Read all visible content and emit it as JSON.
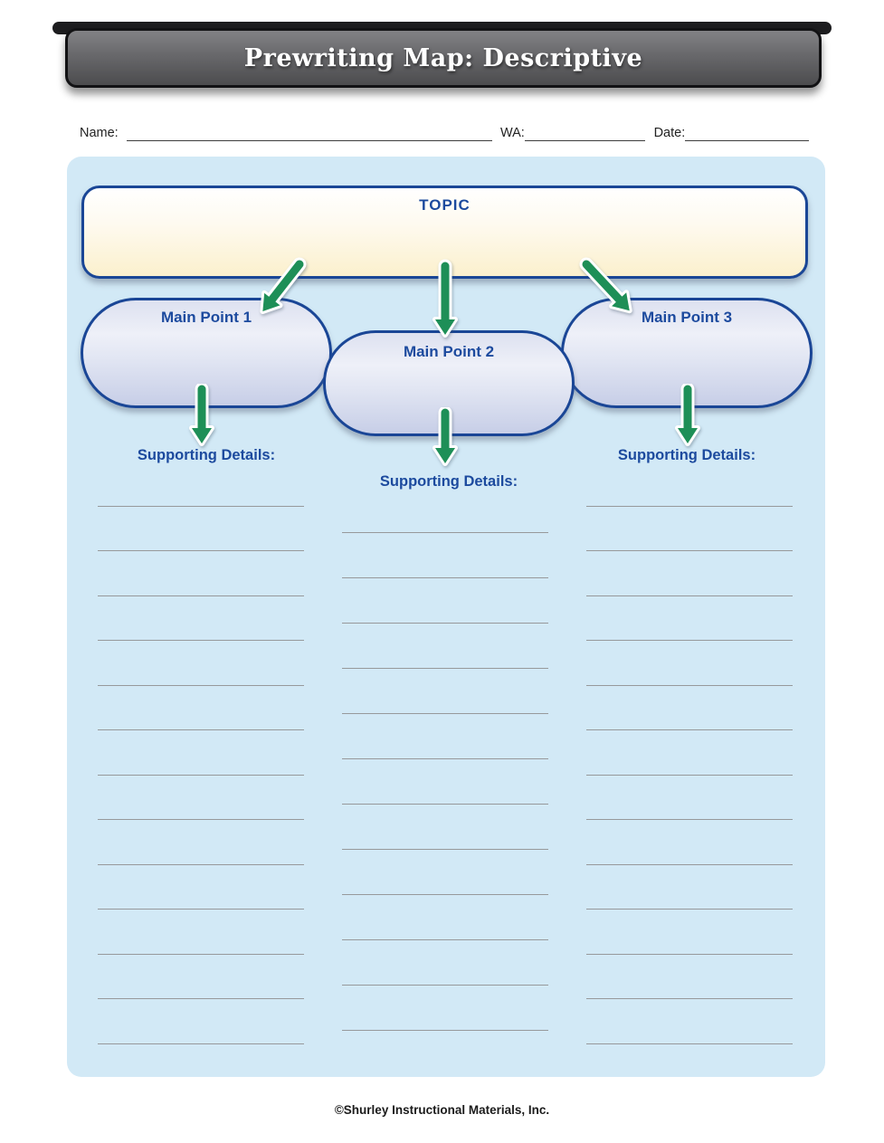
{
  "header": {
    "title": "Prewriting Map: Descriptive"
  },
  "student_info": {
    "name_label": "Name:",
    "wa_label": "WA:",
    "date_label": "Date:",
    "name_value": "",
    "wa_value": "",
    "date_value": ""
  },
  "map": {
    "topic_label": "TOPIC",
    "main_points": [
      {
        "label": "Main Point 1",
        "details_label": "Supporting Details:",
        "line_count": 13
      },
      {
        "label": "Main Point 2",
        "details_label": "Supporting Details:",
        "line_count": 12
      },
      {
        "label": "Main Point 3",
        "details_label": "Supporting Details:",
        "line_count": 13
      }
    ]
  },
  "footer": {
    "copyright": "©Shurley Instructional Materials, Inc."
  },
  "colors": {
    "container_blue": "#d2e9f6",
    "border_blue": "#1a4696",
    "label_blue": "#1c4a9e",
    "arrow_green": "#1e8f57",
    "topic_cream": "#fbf0cd",
    "oval_lavender": "#c7cee7",
    "line_gray": "#97999b",
    "header_bar_gray": "#68686b"
  }
}
